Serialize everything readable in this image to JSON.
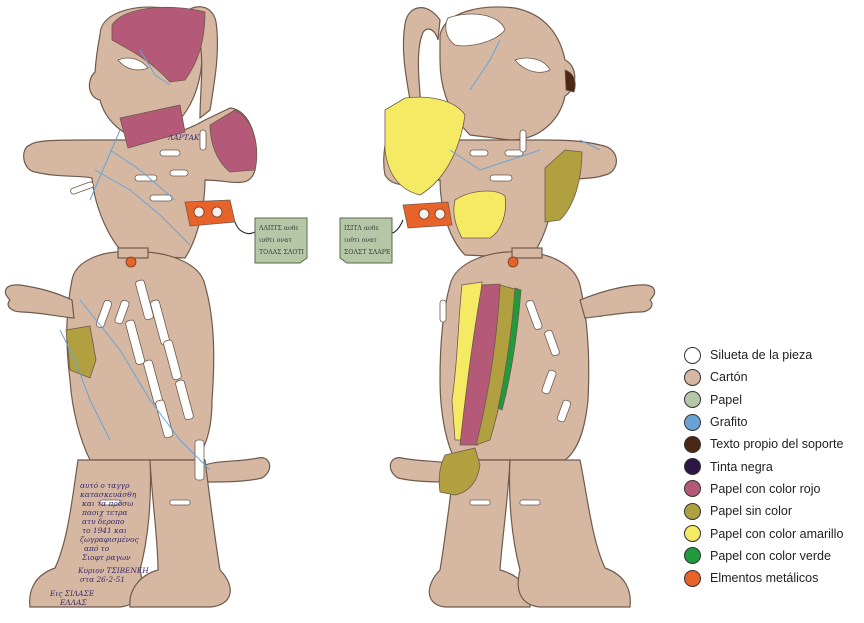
{
  "legend": {
    "items": [
      {
        "label": "Silueta de la pieza",
        "color": "#ffffff"
      },
      {
        "label": "Cartón",
        "color": "#d6b8a2"
      },
      {
        "label": "Papel",
        "color": "#b6c7a8"
      },
      {
        "label": "Grafito",
        "color": "#6ba3d6"
      },
      {
        "label": "Texto propio del soporte",
        "color": "#4a2814"
      },
      {
        "label": "Tinta negra",
        "color": "#2c1645"
      },
      {
        "label": "Papel con color rojo",
        "color": "#b45a78"
      },
      {
        "label": "Papel sin color",
        "color": "#b0a040"
      },
      {
        "label": "Papel con color amarillo",
        "color": "#f4ea64"
      },
      {
        "label": "Papel con color verde",
        "color": "#1f9a3c"
      },
      {
        "label": "Elmentos metálicos",
        "color": "#e8632a"
      }
    ]
  },
  "notes": {
    "left": [
      "ΛΛΠΤΣ αοθε",
      "ιυθτι ονατ",
      "ΤΟΛΑΣ ΣΛΟΤΙ"
    ],
    "right": [
      "ΙΣΙΤΛ αοθε",
      "ιυθτι ονατ",
      "ΣΟΛΣΤ ΣΛΑΡΕ"
    ]
  },
  "chest_inscription": "ΛΑΡΤΑΚ",
  "leg_inscription": [
    "αυτό ο ταγγρ",
    "κατασκευάσθη",
    "και τα πρόσω",
    "παοιχ τετρα",
    "ατυ δεροπο",
    "το 1941 και",
    "ζωγραφισμένος",
    "από το",
    "Σιοφτ ραγων",
    "Κυριον ΤΣΙΒΕΝΕΗ",
    "στα 26-2-51",
    "Εις ΣΙΛΑΣΕ",
    "ΕΛΛΑΣ"
  ]
}
